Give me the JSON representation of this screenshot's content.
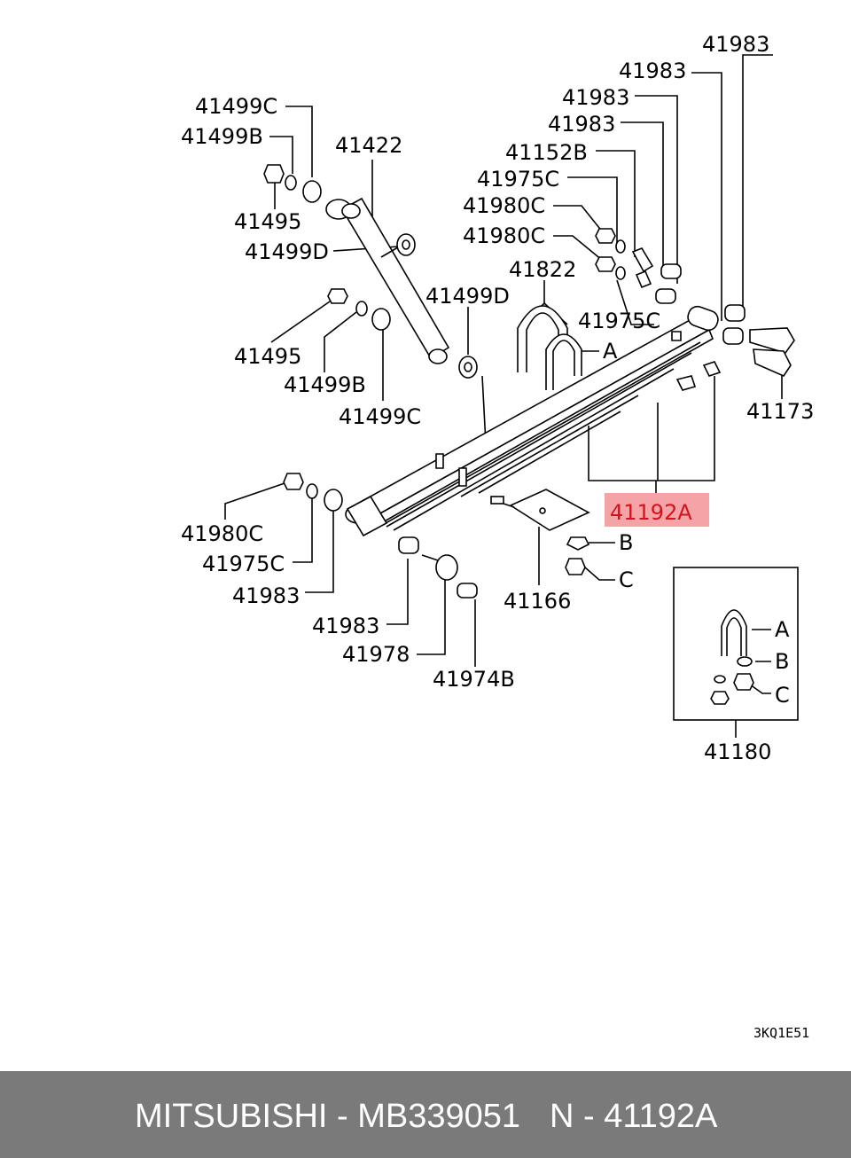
{
  "labels": {
    "l41983a": "41983",
    "l41983b": "41983",
    "l41983c": "41983",
    "l41983d": "41983",
    "l41152B": "41152B",
    "l41975Ca": "41975C",
    "l41980Ca": "41980C",
    "l41980Cb": "41980C",
    "l41822": "41822",
    "l41975Cb": "41975C",
    "lA1": "A",
    "l41499C1": "41499C",
    "l41499B1": "41499B",
    "l41422": "41422",
    "l41495a": "41495",
    "l41499D1": "41499D",
    "l41495b": "41495",
    "l41499B2": "41499B",
    "l41499C2": "41499C",
    "l41499D2": "41499D",
    "l41173": "41173",
    "l41192A": "41192A",
    "lB1": "B",
    "lC1": "C",
    "l41980Cc": "41980C",
    "l41975Cc": "41975C",
    "l41983e": "41983",
    "l41166": "41166",
    "l41983f": "41983",
    "l41978": "41978",
    "l41974B": "41974B",
    "lA2": "A",
    "lB2": "B",
    "lC2": "C",
    "l41180": "41180"
  },
  "drawing_code": "3KQ1E51",
  "footer": {
    "brand_part": "MITSUBISHI - MB339051",
    "ref": "N - 41192A"
  },
  "highlight_color": "#f4a3a6"
}
